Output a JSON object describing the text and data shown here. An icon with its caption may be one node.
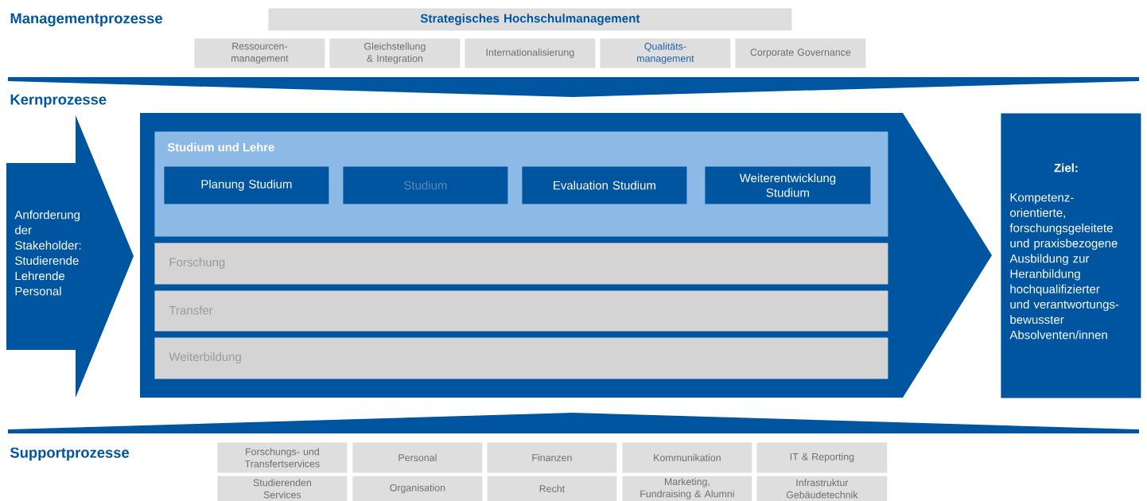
{
  "diagram": {
    "nodes": [
      {
        "text": [
          "Strategisches Hochschulmanagement"
        ]
      },
      {
        "text": [
          "Ressourcen-management"
        ]
      },
      {
        "text": [
          "Gleichstellung & Integration"
        ]
      },
      {
        "text": [
          "Internationalisierung"
        ]
      },
      {
        "text": [
          "Qualitäts-management"
        ]
      },
      {
        "text": [
          "Corporate Governance"
        ]
      },
      {
        "text": [
          "Anforderung der Stakeholder:",
          "Studierende",
          "Lehrende",
          "Personal"
        ]
      },
      {
        "text": [],
        "shape": "arrow"
      },
      {
        "text": [
          "Studium und Lehre"
        ],
        "in": 7
      },
      {
        "text": [
          "Planung Studium"
        ],
        "in": 8
      },
      {
        "text": [
          "Studium"
        ],
        "in": 8
      },
      {
        "text": [
          "Evaluation Studium"
        ],
        "in": 8
      },
      {
        "text": [
          "Weiterentwicklung Studium"
        ],
        "in": 8
      },
      {
        "text": [
          "Forschung"
        ],
        "in": 7
      },
      {
        "text": [
          "Transfer"
        ],
        "in": 7
      },
      {
        "text": [
          "Weiterbildung"
        ],
        "in": 7
      },
      {
        "text": [
          "Ziel:",
          "Kompetenz-orientierte, forschungsgeleitete und praxisbezogene Ausbildung zur Heranbildung hochqualifizierter und verantwortungs-bewusster Absolventen/innen"
        ]
      },
      {
        "text": [
          "Forschungs- und Transfertservices"
        ]
      },
      {
        "text": [
          "Personal"
        ]
      },
      {
        "text": [
          "Finanzen"
        ]
      },
      {
        "text": [
          "Kommunikation"
        ]
      },
      {
        "text": [
          "IT & Reporting"
        ]
      },
      {
        "text": [
          "Studierenden Services"
        ]
      },
      {
        "text": [
          "Organisation"
        ]
      },
      {
        "text": [
          "Recht"
        ]
      },
      {
        "text": [
          "Marketing, Fundraising & Alumni"
        ]
      },
      {
        "text": [
          "Infrastruktur Gebäudetechnik"
        ]
      }
    ],
    "labels": [
      "Managementprozesse",
      "Kernprozesse",
      "Supportprozesse"
    ]
  }
}
